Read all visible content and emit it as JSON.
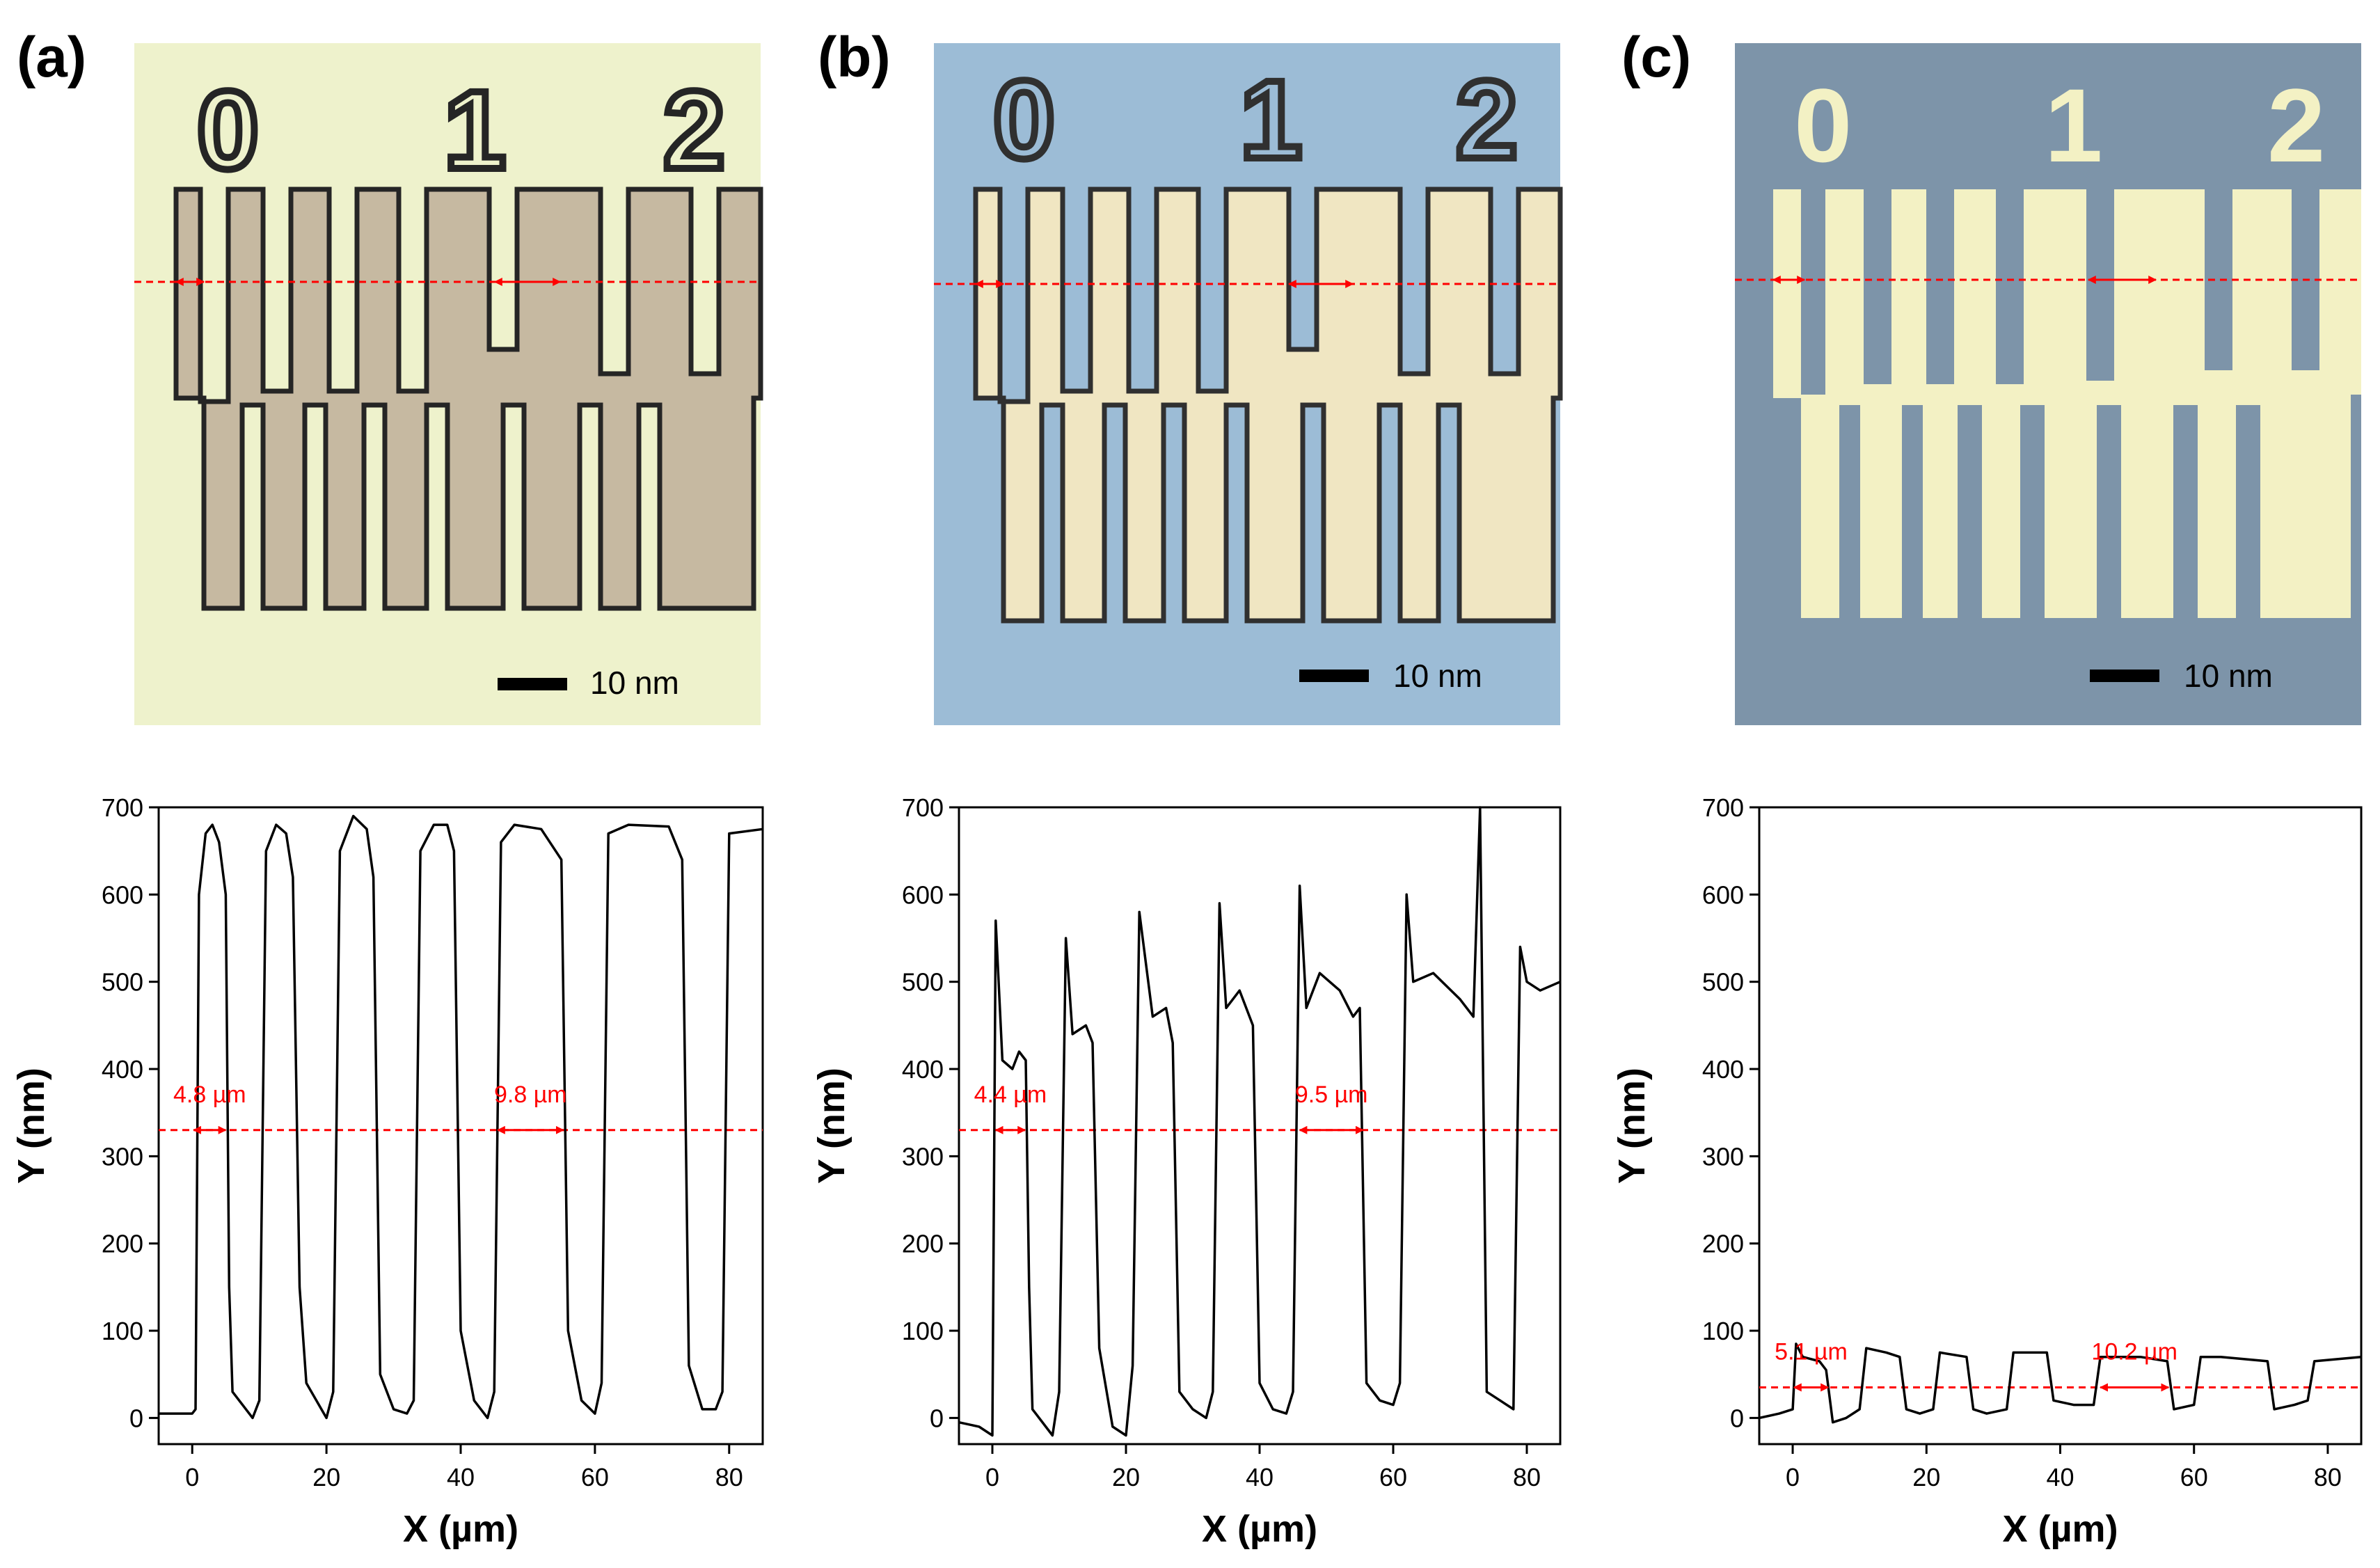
{
  "panels": [
    {
      "label": "(a)",
      "scale_bar": "10 nm",
      "digits": [
        "0",
        "1",
        "2"
      ]
    },
    {
      "label": "(b)",
      "scale_bar": "10 nm",
      "digits": [
        "0",
        "1",
        "2"
      ]
    },
    {
      "label": "(c)",
      "scale_bar": "10 nm",
      "digits": [
        "0",
        "1",
        "2"
      ]
    }
  ],
  "colors": {
    "background_a": "#eef2cc",
    "pad_a": "#c6b9a1",
    "outline_a": "#252525",
    "background_b": "#9cbcd6",
    "pad_b": "#f0e6c2",
    "outline_b": "#303030",
    "background_c": "#7d94a9",
    "pad_c": "#f3f1c4",
    "annotation": "#ff0000",
    "profile": "#000000"
  },
  "chart_data": [
    {
      "type": "line",
      "xlabel": "X (µm)",
      "ylabel": "Y (nm)",
      "xlim": [
        -5,
        85
      ],
      "ylim": [
        -30,
        700
      ],
      "xticks": [
        0,
        20,
        40,
        60,
        80
      ],
      "yticks": [
        0,
        100,
        200,
        300,
        400,
        500,
        600,
        700
      ],
      "grid": false,
      "threshold_y": 330,
      "annotations": [
        {
          "text": "4.8 µm",
          "x1": 0.2,
          "x2": 5.0,
          "y": 330
        },
        {
          "text": "9.8 µm",
          "x1": 45.5,
          "x2": 55.3,
          "y": 330
        }
      ],
      "series": [
        {
          "values": [
            [
              -5,
              5
            ],
            [
              0,
              5
            ],
            [
              0.5,
              10
            ],
            [
              1,
              600
            ],
            [
              2,
              670
            ],
            [
              3,
              680
            ],
            [
              4,
              660
            ],
            [
              5,
              600
            ],
            [
              5.5,
              150
            ],
            [
              6,
              30
            ],
            [
              9,
              0
            ],
            [
              10,
              20
            ],
            [
              11,
              650
            ],
            [
              12.5,
              680
            ],
            [
              14,
              670
            ],
            [
              15,
              620
            ],
            [
              16,
              150
            ],
            [
              17,
              40
            ],
            [
              20,
              0
            ],
            [
              21,
              30
            ],
            [
              22,
              650
            ],
            [
              24,
              690
            ],
            [
              26,
              675
            ],
            [
              27,
              620
            ],
            [
              28,
              50
            ],
            [
              30,
              10
            ],
            [
              32,
              5
            ],
            [
              33,
              20
            ],
            [
              34,
              650
            ],
            [
              36,
              680
            ],
            [
              38,
              680
            ],
            [
              39,
              650
            ],
            [
              40,
              100
            ],
            [
              42,
              20
            ],
            [
              44,
              0
            ],
            [
              45,
              30
            ],
            [
              46,
              660
            ],
            [
              48,
              680
            ],
            [
              52,
              675
            ],
            [
              55,
              640
            ],
            [
              56,
              100
            ],
            [
              58,
              20
            ],
            [
              60,
              5
            ],
            [
              61,
              40
            ],
            [
              62,
              670
            ],
            [
              65,
              680
            ],
            [
              71,
              678
            ],
            [
              73,
              640
            ],
            [
              74,
              60
            ],
            [
              76,
              10
            ],
            [
              78,
              10
            ],
            [
              79,
              30
            ],
            [
              80,
              670
            ],
            [
              85,
              675
            ]
          ]
        }
      ]
    },
    {
      "type": "line",
      "xlabel": "X (µm)",
      "ylabel": "Y (nm)",
      "xlim": [
        -5,
        85
      ],
      "ylim": [
        -30,
        700
      ],
      "xticks": [
        0,
        20,
        40,
        60,
        80
      ],
      "yticks": [
        0,
        100,
        200,
        300,
        400,
        500,
        600,
        700
      ],
      "grid": false,
      "threshold_y": 330,
      "annotations": [
        {
          "text": "4.4 µm",
          "x1": 0.5,
          "x2": 4.9,
          "y": 330
        },
        {
          "text": "9.5 µm",
          "x1": 46,
          "x2": 55.5,
          "y": 330
        }
      ],
      "series": [
        {
          "values": [
            [
              -5,
              -5
            ],
            [
              -2,
              -10
            ],
            [
              0,
              -20
            ],
            [
              0.5,
              570
            ],
            [
              1.5,
              410
            ],
            [
              3,
              400
            ],
            [
              4,
              420
            ],
            [
              5,
              410
            ],
            [
              5.5,
              150
            ],
            [
              6,
              10
            ],
            [
              9,
              -20
            ],
            [
              10,
              30
            ],
            [
              11,
              550
            ],
            [
              12,
              440
            ],
            [
              14,
              450
            ],
            [
              15,
              430
            ],
            [
              16,
              80
            ],
            [
              18,
              -10
            ],
            [
              20,
              -20
            ],
            [
              21,
              60
            ],
            [
              22,
              580
            ],
            [
              24,
              460
            ],
            [
              26,
              470
            ],
            [
              27,
              430
            ],
            [
              28,
              30
            ],
            [
              30,
              10
            ],
            [
              32,
              0
            ],
            [
              33,
              30
            ],
            [
              34,
              590
            ],
            [
              35,
              470
            ],
            [
              37,
              490
            ],
            [
              39,
              450
            ],
            [
              40,
              40
            ],
            [
              42,
              10
            ],
            [
              44,
              5
            ],
            [
              45,
              30
            ],
            [
              46,
              610
            ],
            [
              47,
              470
            ],
            [
              49,
              510
            ],
            [
              52,
              490
            ],
            [
              54,
              460
            ],
            [
              55,
              470
            ],
            [
              56,
              40
            ],
            [
              58,
              20
            ],
            [
              60,
              15
            ],
            [
              61,
              40
            ],
            [
              62,
              600
            ],
            [
              63,
              500
            ],
            [
              66,
              510
            ],
            [
              70,
              480
            ],
            [
              72,
              460
            ],
            [
              73,
              700
            ],
            [
              74,
              30
            ],
            [
              76,
              20
            ],
            [
              78,
              10
            ],
            [
              79,
              540
            ],
            [
              80,
              500
            ],
            [
              82,
              490
            ],
            [
              85,
              500
            ]
          ]
        }
      ]
    },
    {
      "type": "line",
      "xlabel": "X (µm)",
      "ylabel": "Y (nm)",
      "xlim": [
        -5,
        85
      ],
      "ylim": [
        -30,
        700
      ],
      "xticks": [
        0,
        20,
        40,
        60,
        80
      ],
      "yticks": [
        0,
        100,
        200,
        300,
        400,
        500,
        600,
        700
      ],
      "grid": false,
      "threshold_y": 35,
      "annotations": [
        {
          "text": "5.1 µm",
          "x1": 0.2,
          "x2": 5.3,
          "y": 35
        },
        {
          "text": "10.2 µm",
          "x1": 46,
          "x2": 56.2,
          "y": 35
        }
      ],
      "series": [
        {
          "values": [
            [
              -5,
              0
            ],
            [
              -2,
              5
            ],
            [
              0,
              10
            ],
            [
              0.5,
              85
            ],
            [
              1.5,
              70
            ],
            [
              4,
              65
            ],
            [
              5,
              55
            ],
            [
              6,
              -5
            ],
            [
              8,
              0
            ],
            [
              10,
              10
            ],
            [
              11,
              80
            ],
            [
              14,
              75
            ],
            [
              16,
              70
            ],
            [
              17,
              10
            ],
            [
              19,
              5
            ],
            [
              21,
              10
            ],
            [
              22,
              75
            ],
            [
              26,
              70
            ],
            [
              27,
              10
            ],
            [
              29,
              5
            ],
            [
              32,
              10
            ],
            [
              33,
              75
            ],
            [
              38,
              75
            ],
            [
              39,
              20
            ],
            [
              42,
              15
            ],
            [
              45,
              15
            ],
            [
              46,
              70
            ],
            [
              52,
              70
            ],
            [
              56,
              65
            ],
            [
              57,
              10
            ],
            [
              60,
              15
            ],
            [
              61,
              70
            ],
            [
              64,
              70
            ],
            [
              71,
              65
            ],
            [
              72,
              10
            ],
            [
              75,
              15
            ],
            [
              77,
              20
            ],
            [
              78,
              65
            ],
            [
              85,
              70
            ]
          ]
        }
      ]
    }
  ]
}
